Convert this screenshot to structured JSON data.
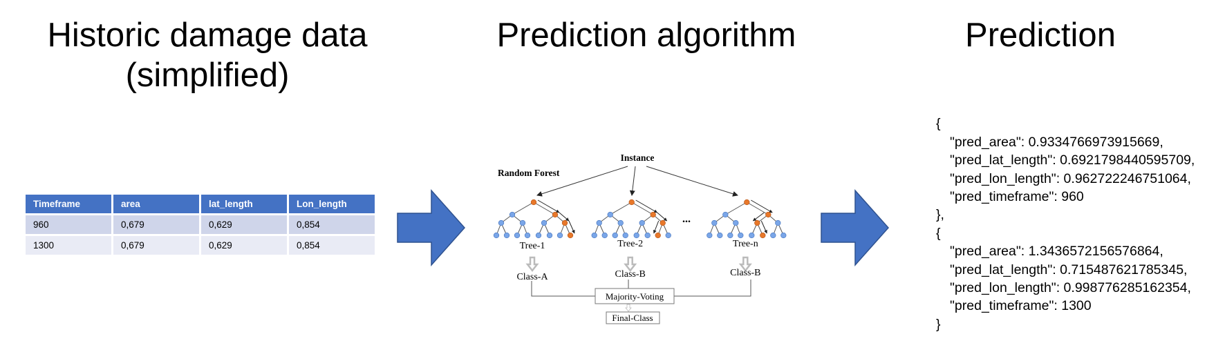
{
  "titles": {
    "historic_line1": "Historic damage data",
    "historic_line2": "(simplified)",
    "algorithm": "Prediction algorithm",
    "prediction": "Prediction"
  },
  "table": {
    "headers": [
      "Timeframe",
      "area",
      "lat_length",
      "Lon_length"
    ],
    "rows": [
      [
        "960",
        "0,679",
        "0,629",
        "0,854"
      ],
      [
        "1300",
        "0,679",
        "0,629",
        "0,854"
      ]
    ]
  },
  "diagram": {
    "instance": "Instance",
    "forest_label": "Random Forest",
    "ellipsis": "...",
    "trees": [
      {
        "label": "Tree-1",
        "class": "Class-A",
        "path": [
          1,
          3,
          7
        ]
      },
      {
        "label": "Tree-2",
        "class": "Class-B",
        "path": [
          1,
          3,
          6
        ]
      },
      {
        "label": "Tree-n",
        "class": "Class-B",
        "path": [
          1,
          2,
          5
        ]
      }
    ],
    "voting": "Majority-Voting",
    "final": "Final-Class"
  },
  "prediction": {
    "open1": "{",
    "items1": [
      "\"pred_area\": 0.9334766973915669,",
      "\"pred_lat_length\": 0.6921798440595709,",
      "\"pred_lon_length\": 0.962722246751064,",
      "\"pred_timeframe\": 960"
    ],
    "close1": "},",
    "open2": "{",
    "items2": [
      "\"pred_area\": 1.3436572156576864,",
      "\"pred_lat_length\": 0.715487621785345,",
      "\"pred_lon_length\": 0.998776285162354,",
      "\"pred_timeframe\": 1300"
    ],
    "close2": "}"
  },
  "colors": {
    "arrow": "#4472c4",
    "arrow_border": "#2f528f",
    "node": "#7aa6e8",
    "node_hl": "#e8782a"
  }
}
